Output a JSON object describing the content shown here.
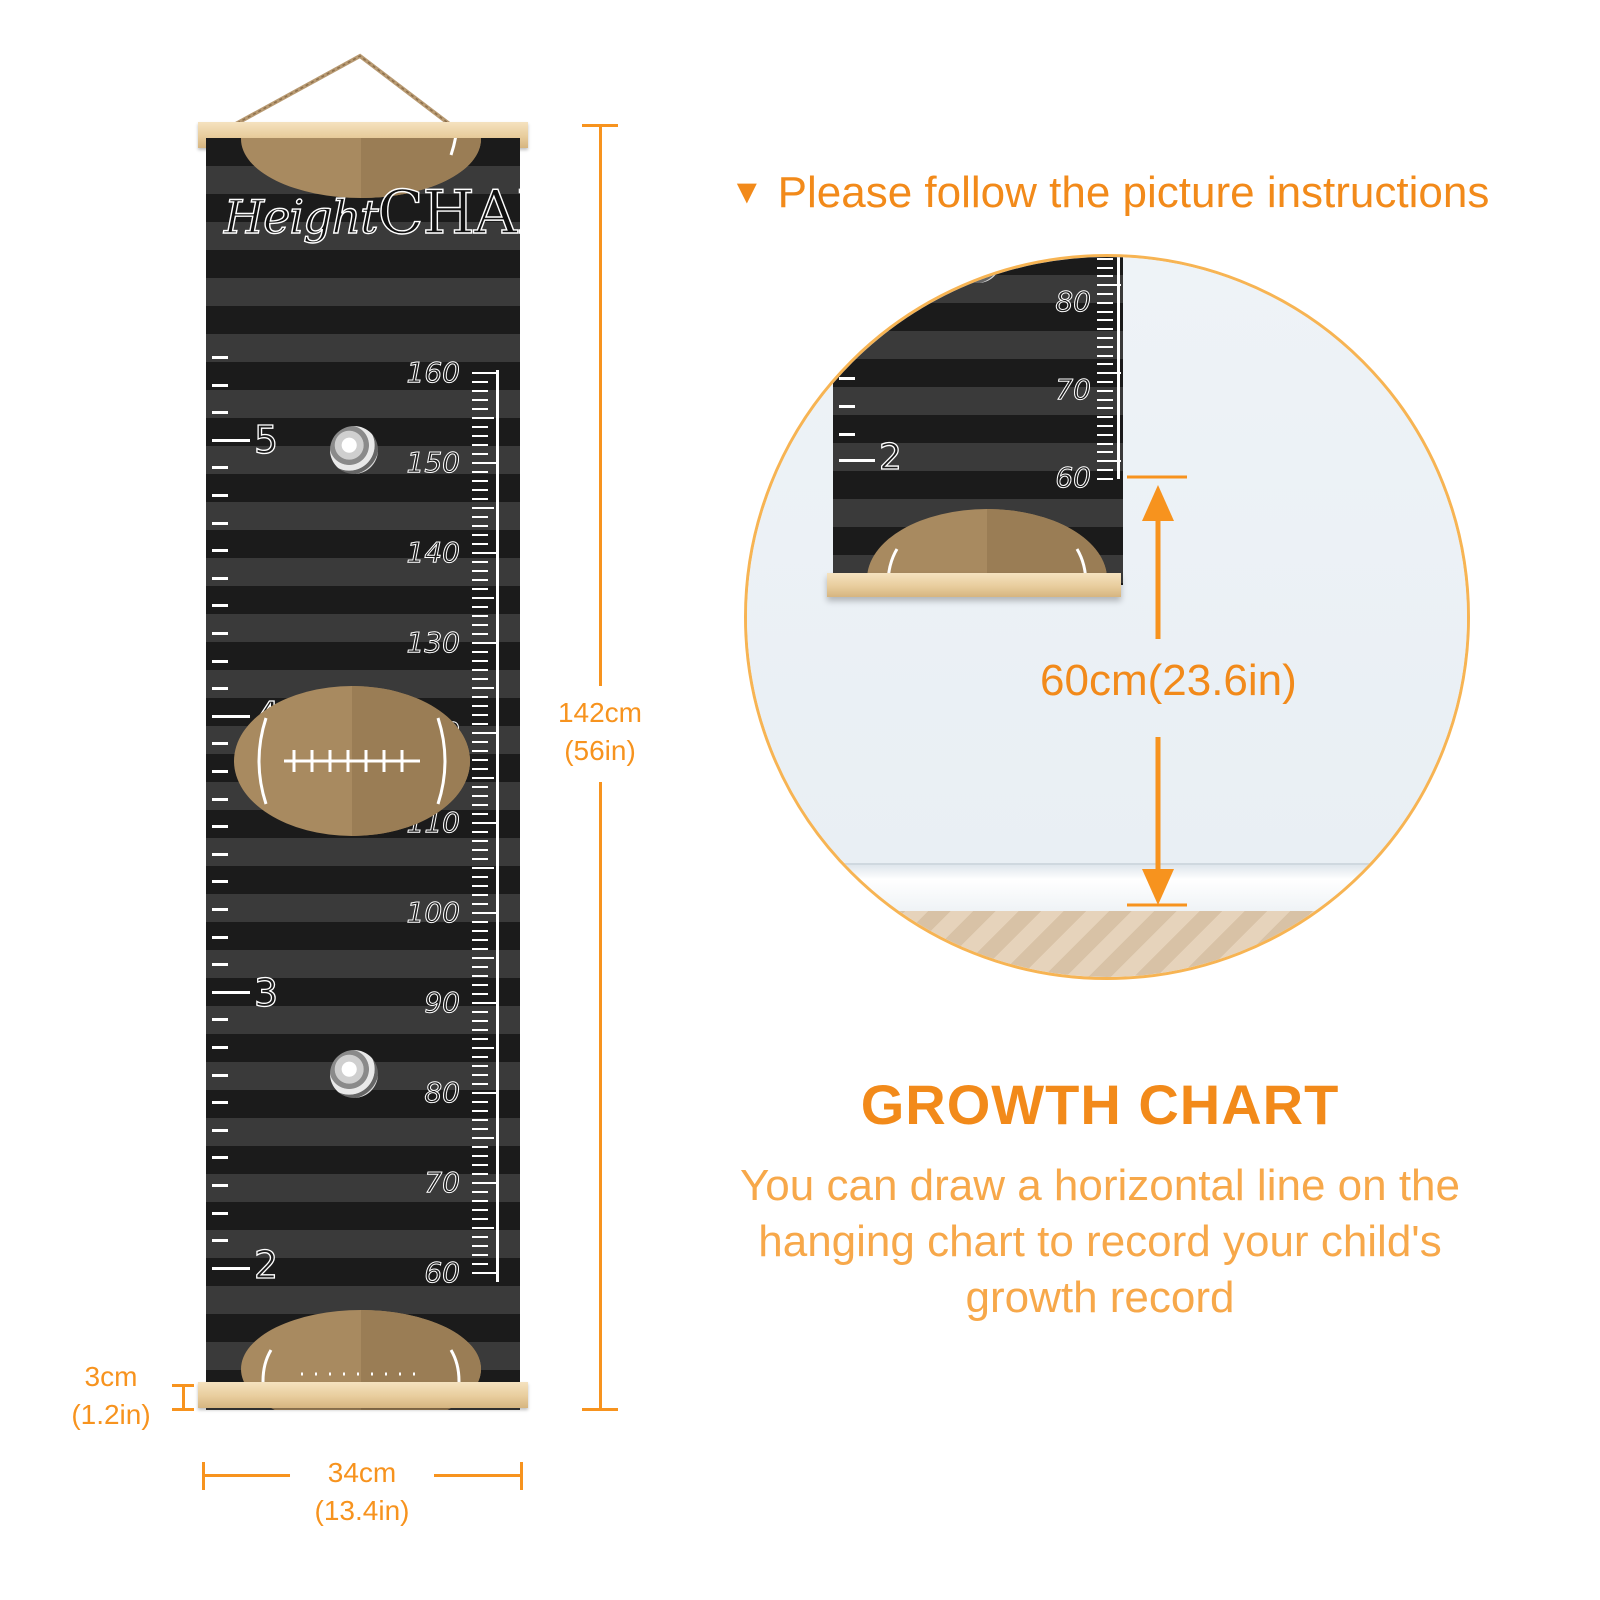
{
  "banner": {
    "title_word1": "Height",
    "title_word2": "CHART",
    "cm_labels": [
      "160",
      "150",
      "140",
      "130",
      "120",
      "110",
      "100",
      "90",
      "80",
      "70",
      "60"
    ],
    "ft_labels": [
      "5",
      "4",
      "3",
      "2"
    ]
  },
  "dimensions": {
    "height_cm": "142cm",
    "height_in": "(56in)",
    "dowel_cm": "3cm",
    "dowel_in": "(1.2in)",
    "width_cm": "34cm",
    "width_in": "(13.4in)"
  },
  "instructions": {
    "headline_marker": "▼",
    "headline": "Please follow the picture instructions",
    "mini_cm_labels": [
      "80",
      "70",
      "60"
    ],
    "mini_ft_label": "2",
    "distance": "60cm(23.6in)"
  },
  "info": {
    "title": "GROWTH CHART",
    "description": "You can draw a horizontal line on the hanging chart to record your child's growth record"
  },
  "colors": {
    "accent": "#f7931e",
    "banner_dark": "#1b1b1b",
    "banner_stripe": "#3a3a3a",
    "football": "#a88a60",
    "wood": "#e8cd9d"
  }
}
